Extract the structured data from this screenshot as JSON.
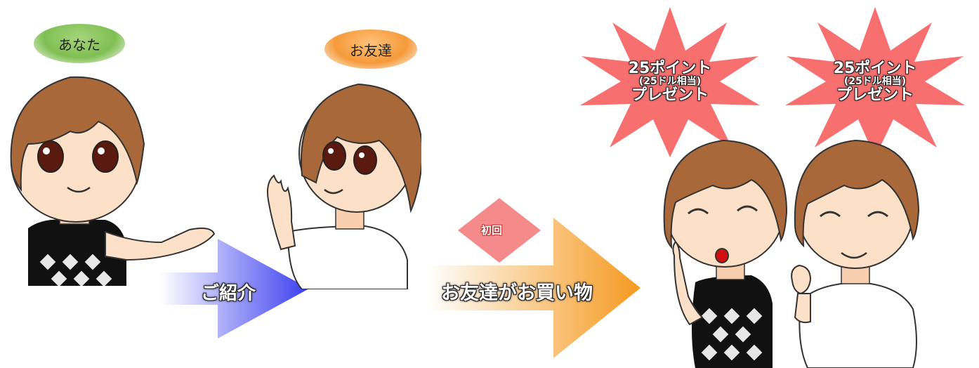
{
  "labels": {
    "you": "あなた",
    "friend": "お友達"
  },
  "arrows": {
    "introduce": "ご紹介",
    "purchase": "お友達がお買い物",
    "first_time": "初回"
  },
  "rewards": [
    {
      "points": "25ポイント",
      "equivalent": "(25ドル相当)",
      "gift": "プレゼント"
    },
    {
      "points": "25ポイント",
      "equivalent": "(25ドル相当)",
      "gift": "プレゼント"
    }
  ],
  "colors": {
    "you_pill": "#7fbf52",
    "friend_pill": "#f59a3a",
    "arrow_blue": "#3b3ef0",
    "arrow_orange": "#f59a20",
    "star": "#f76f6f",
    "diamond": "#f58a8a",
    "hair": "#a8683a",
    "skin": "#fde0c8"
  }
}
